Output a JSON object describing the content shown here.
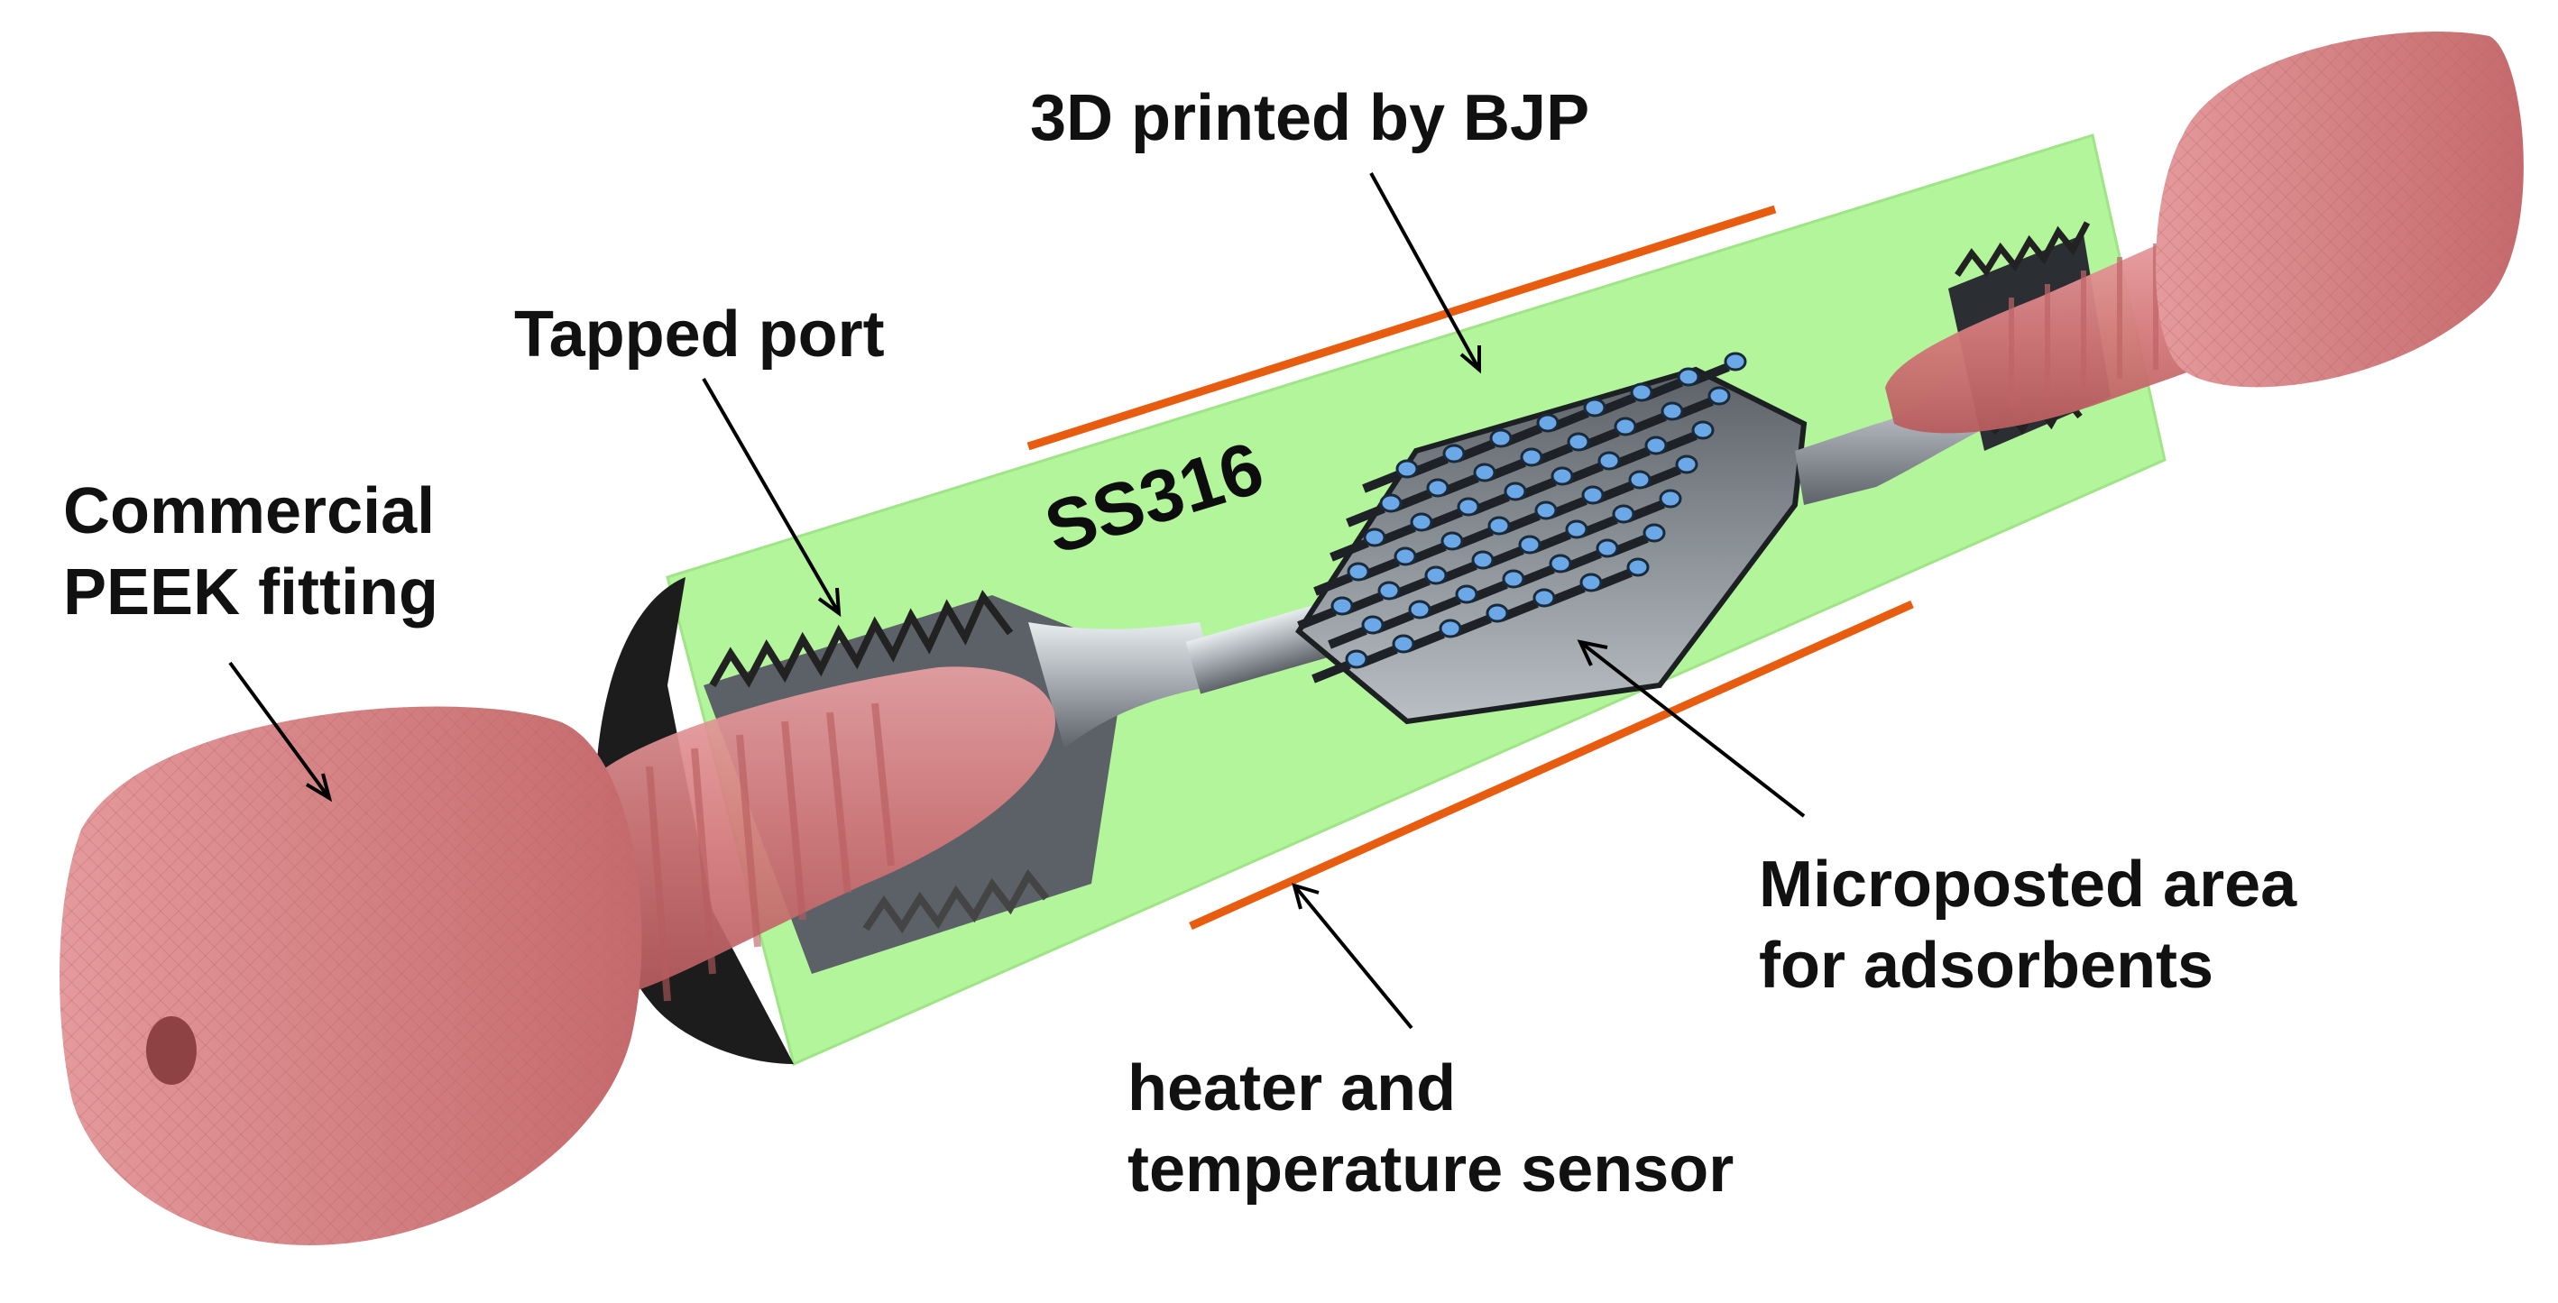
{
  "labels": {
    "fitting_line1": "Commercial",
    "fitting_line2": "PEEK fitting",
    "tapped_port": "Tapped port",
    "printed_by": "3D printed by BJP",
    "material": "SS316",
    "microposted_line1": "Microposted area",
    "microposted_line2": "for adsorbents",
    "heater_line1": "heater and",
    "heater_line2": "temperature sensor"
  },
  "colors": {
    "body_green": "#b3f59a",
    "fitting_pink": "#d97e80",
    "heater_orange": "#e85c10",
    "micropost_blue": "#6aa8e8",
    "metal_gray": "#aab0b5",
    "bore_black": "#1c1c1c"
  }
}
